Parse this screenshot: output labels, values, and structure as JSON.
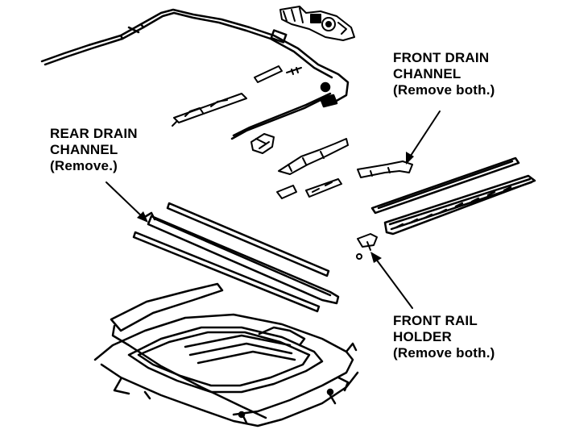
{
  "callouts": {
    "rear_drain_channel": {
      "line1": "REAR DRAIN",
      "line2": "CHANNEL",
      "line3": "(Remove.)"
    },
    "front_drain_channel": {
      "line1": "FRONT DRAIN",
      "line2": "CHANNEL",
      "line3": "(Remove both.)"
    },
    "front_rail_holder": {
      "line1": "FRONT RAIL",
      "line2": "HOLDER",
      "line3": "(Remove both.)"
    }
  },
  "colors": {
    "ink": "#000000",
    "paper": "#ffffff"
  }
}
